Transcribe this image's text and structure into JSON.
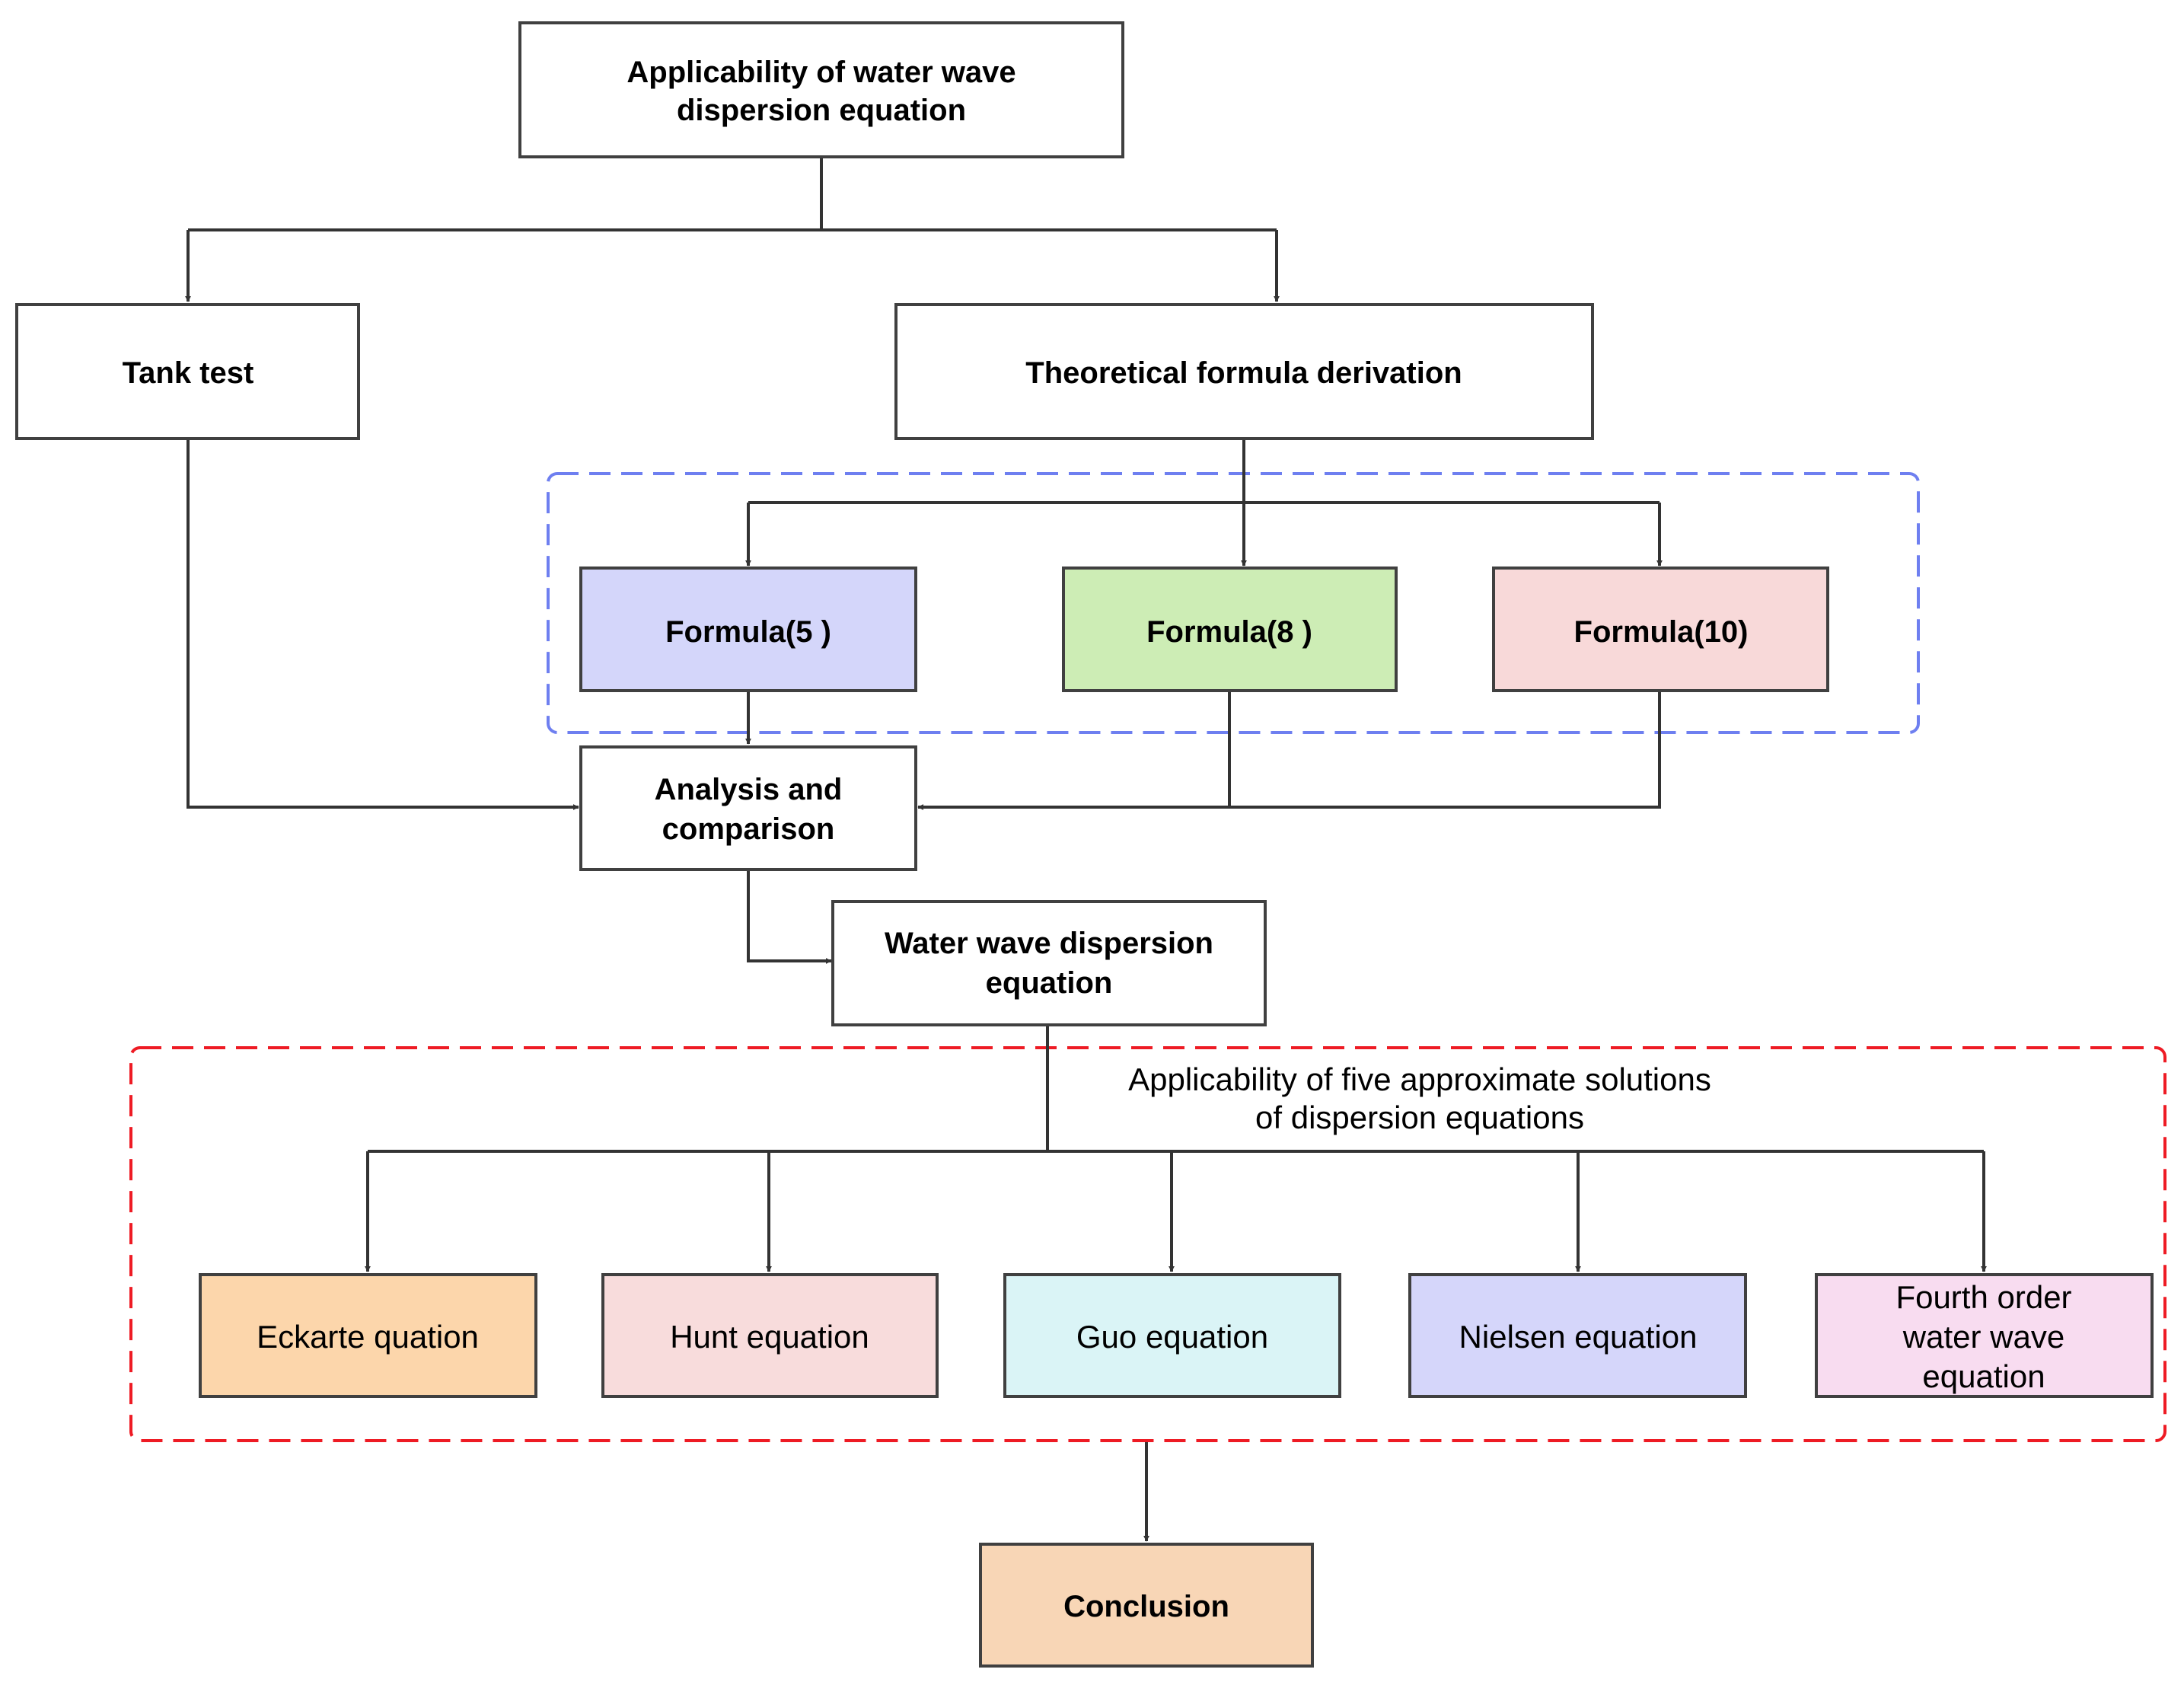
{
  "title": {
    "lines": [
      "Applicability of water wave",
      "dispersion equation"
    ]
  },
  "tank_test": {
    "label": "Tank test"
  },
  "theoretical": {
    "label": "Theoretical formula derivation"
  },
  "formulas": [
    {
      "label": "Formula(5 )",
      "fill": "#d4d6fa"
    },
    {
      "label": "Formula(8 )",
      "fill": "#cdedb5"
    },
    {
      "label": "Formula(10)",
      "fill": "#f8d9d9"
    }
  ],
  "analysis": {
    "lines": [
      "Analysis and",
      "comparison"
    ]
  },
  "dispersion": {
    "lines": [
      "Water wave dispersion",
      "equation"
    ]
  },
  "approx_group": {
    "lines": [
      "Applicability of five approximate solutions",
      "of dispersion equations"
    ]
  },
  "solutions": [
    {
      "lines": [
        "Eckarte quation"
      ],
      "fill": "#fcd6ab"
    },
    {
      "lines": [
        "Hunt equation"
      ],
      "fill": "#f8dcdc"
    },
    {
      "lines": [
        "Guo equation"
      ],
      "fill": "#daf4f6"
    },
    {
      "lines": [
        "Nielsen equation"
      ],
      "fill": "#d5d6fa"
    },
    {
      "lines": [
        "Fourth order",
        "water wave",
        "equation"
      ],
      "fill": "#f8dcf0"
    }
  ],
  "conclusion": {
    "label": "Conclusion",
    "fill": "#f8d6b6"
  },
  "colors": {
    "stroke": "#404040",
    "arrow": "#333333",
    "formula_group_border": "#6e7ff0",
    "solutions_group_border": "#ee1b24"
  }
}
